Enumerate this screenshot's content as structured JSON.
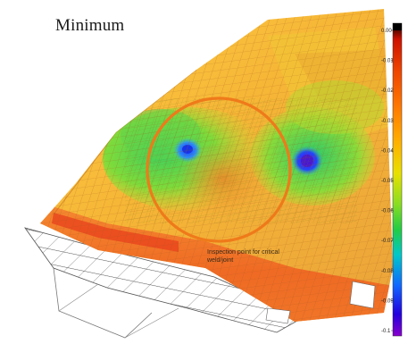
{
  "figure": {
    "title": "Minimum",
    "annotation_lines": [
      "Inspection point for critical",
      "weld/joint"
    ],
    "colorbar": {
      "tick_labels": [
        "0.00",
        "-0.01",
        "-0.02",
        "-0.03",
        "-0.04",
        "-0.05",
        "-0.06",
        "-0.07",
        "-0.08",
        "-0.09",
        "-0.1"
      ],
      "colors": [
        "#000000",
        "#cc1100",
        "#ee4400",
        "#ff7a00",
        "#ffb000",
        "#e8e000",
        "#88dd22",
        "#22cc44",
        "#00c8c8",
        "#1166ff",
        "#2200dd",
        "#8800cc"
      ]
    },
    "highlight": {
      "shape": "circle",
      "color": "#ef7a1a"
    }
  }
}
